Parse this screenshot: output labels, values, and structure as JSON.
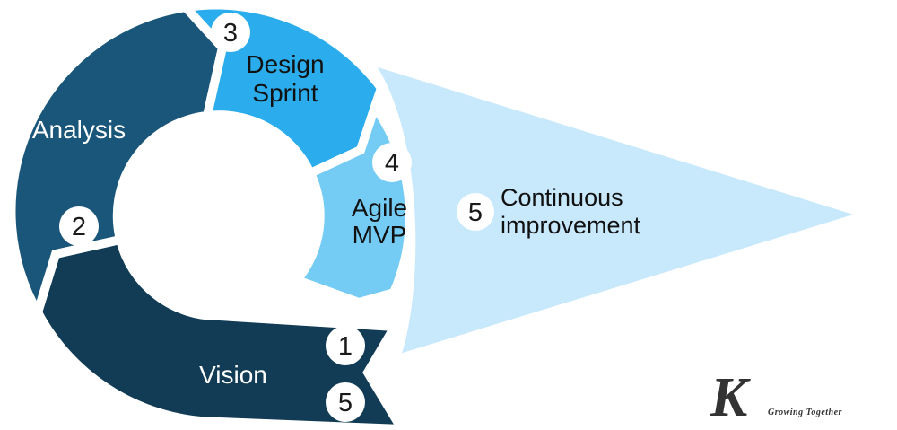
{
  "background_color": "#ffffff",
  "colors": {
    "vision": "#123C55",
    "analysis": "#1A567A",
    "design_sprint": "#2BACEC",
    "agile_mvp": "#74CCF5",
    "arrow": "#C8E8FC",
    "outline": "#FFFFFF",
    "text_dark": "#111111",
    "text_light": "#FFFFFF",
    "badge_fill": "#FFFFFF",
    "badge_text": "#1A1A1A",
    "logo_text": "#333333"
  },
  "diagram": {
    "type": "circular-process-cycle-with-exit-arrow",
    "steps": [
      {
        "number": "1",
        "label": "Vision"
      },
      {
        "number": "2",
        "label": "Analysis"
      },
      {
        "number": "3",
        "label": "Design Sprint",
        "line1": "Design",
        "line2": "Sprint"
      },
      {
        "number": "4",
        "label": "Agile MVP",
        "line1": "Agile",
        "line2": "MVP"
      },
      {
        "number": "5",
        "label": "Continuous improvement",
        "line1": "Continuous",
        "line2": "improvement"
      }
    ],
    "exit_badge_number": "5"
  },
  "logo": {
    "monogram": "K",
    "tagline": "Growing Together"
  }
}
